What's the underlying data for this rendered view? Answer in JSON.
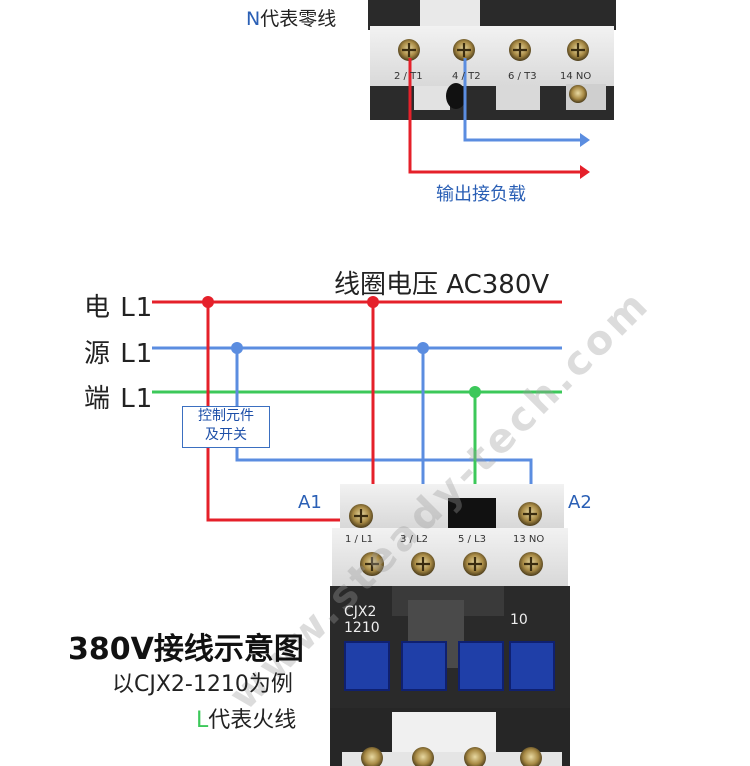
{
  "top": {
    "legend_n_letter": "N",
    "legend_n_text": "代表零线",
    "terminals": [
      "2 / T1",
      "4 / T2",
      "6 / T3",
      "14 NO"
    ],
    "output_label": "输出接负载"
  },
  "supply": {
    "coil_voltage_label": "线圈电压 AC380V",
    "lines": [
      {
        "label": "电 L1",
        "color": "#e5202a"
      },
      {
        "label": "源 L1",
        "color": "#5b8de0"
      },
      {
        "label": "端 L1",
        "color": "#3cc85a"
      }
    ],
    "control_element": [
      "控制元件",
      "及开关"
    ],
    "a1": "A1",
    "a2": "A2"
  },
  "contactor": {
    "terminals": [
      "1 / L1",
      "3 / L2",
      "5 / L3",
      "13 NO"
    ],
    "model": [
      "CJX2",
      "1210"
    ],
    "aux": "10"
  },
  "caption": {
    "title": "380V接线示意图",
    "example": "以CJX2-1210为例",
    "legend_l_letter": "L",
    "legend_l_text": "代表火线"
  },
  "watermark": "www.steady-tech.com",
  "colors": {
    "red": "#e5202a",
    "blue": "#5b8de0",
    "green": "#3cc85a",
    "accent": "#2a5fb5"
  }
}
